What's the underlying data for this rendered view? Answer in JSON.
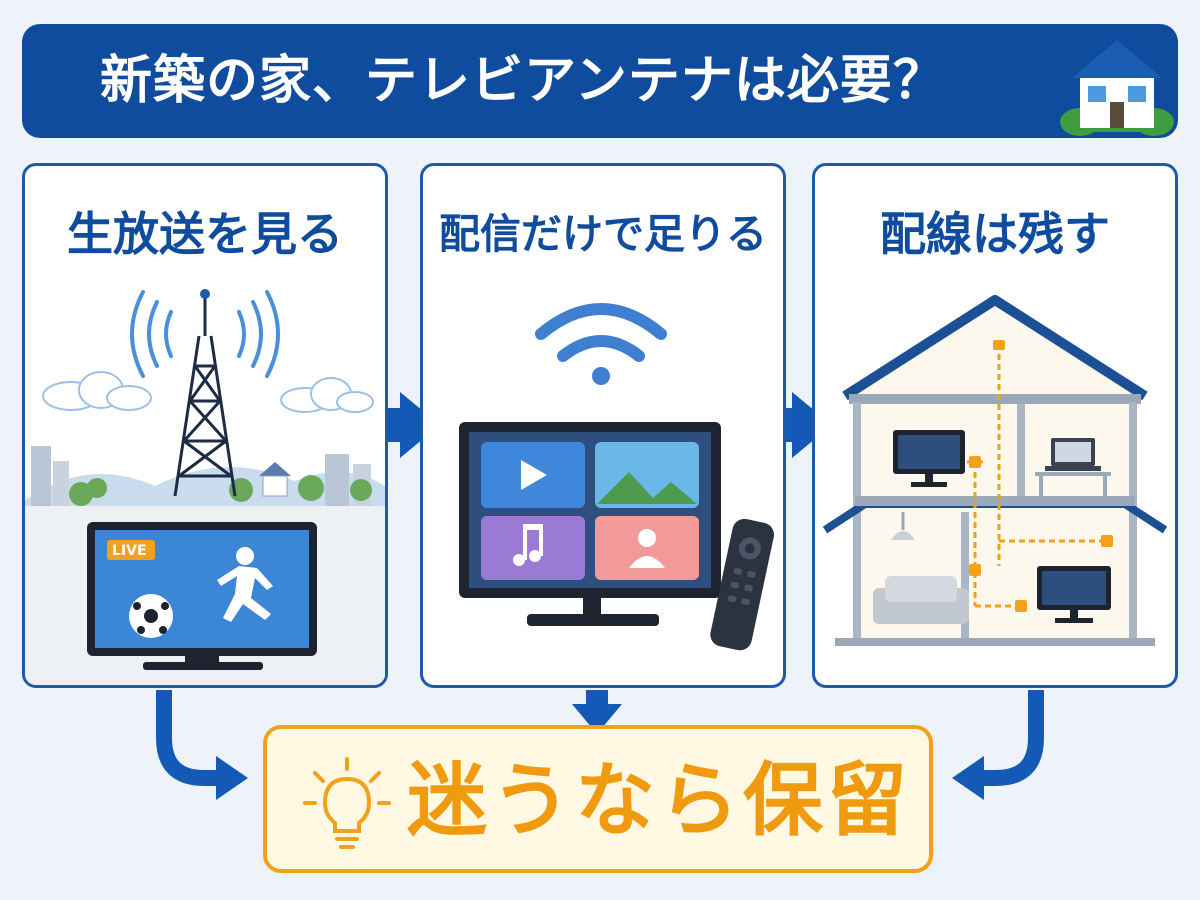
{
  "header": {
    "title": "新築の家、テレビアンテナは必要？",
    "icon": "house-icon"
  },
  "panels": [
    {
      "title": "生放送を見る",
      "illustration": "broadcast-tower-and-tv",
      "badge": "LIVE"
    },
    {
      "title": "配信だけで足りる",
      "illustration": "wifi-smart-tv-with-remote"
    },
    {
      "title": "配線は残す",
      "illustration": "house-wiring-cutaway"
    }
  ],
  "result": {
    "text": "迷うなら保留",
    "icon": "light-bulb-icon"
  },
  "colors": {
    "primary": "#0f4c9e",
    "accent": "#f2a11c",
    "background": "#eef3fa",
    "result_background": "#fff8e3"
  }
}
